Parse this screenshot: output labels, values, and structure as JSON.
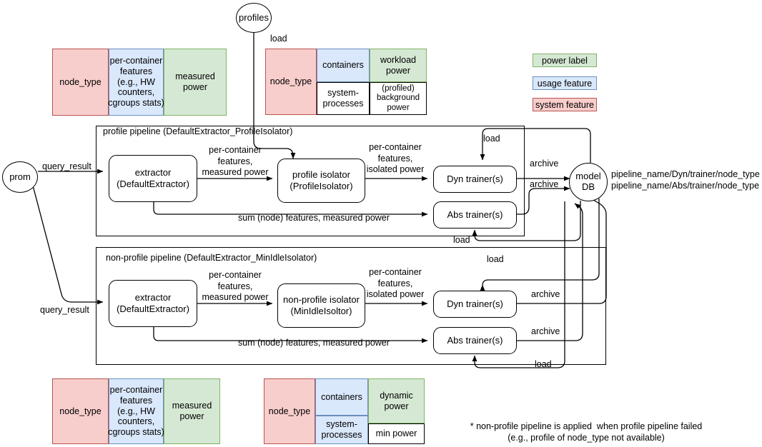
{
  "legend": {
    "items": [
      {
        "label": "power label",
        "kind": "power"
      },
      {
        "label": "usage feature",
        "kind": "usage"
      },
      {
        "label": "system feature",
        "kind": "system"
      }
    ]
  },
  "colors": {
    "system_fill": "#f8cecc",
    "system_stroke": "#b85450",
    "usage_fill": "#dae8fc",
    "usage_stroke": "#6c8ebf",
    "power_fill": "#d5e8d4",
    "power_stroke": "#82b366",
    "plain_fill": "#ffffff",
    "line": "#000000"
  },
  "tables": {
    "top_left": {
      "node_type": "node_type",
      "features": "per-container\nfeatures\n(e.g., HW\ncounters,\ncgroups stats)",
      "power": "measured\npower"
    },
    "top_mid": {
      "node_type": "node_type",
      "containers": "containers",
      "workload_power": "workload\npower",
      "system_processes": "system-\nprocesses",
      "background_power": "(profiled)\nbackground\npower"
    },
    "bottom_left": {
      "node_type": "node_type",
      "features": "per-container\nfeatures\n(e.g., HW\ncounters,\ncgroups stats)",
      "power": "measured\npower"
    },
    "bottom_mid": {
      "node_type": "node_type",
      "containers": "containers",
      "dynamic_power": "dynamic\npower",
      "system_processes": "system-\nprocesses",
      "min_power": "min power"
    }
  },
  "sources": {
    "profiles": "profiles",
    "prom": "prom",
    "model_db": "model\nDB"
  },
  "pipelines": {
    "profile": {
      "title": "profile pipeline (DefaultExtractor_ProfileIsolator)",
      "extractor": "extractor\n(DefaultExtractor)",
      "isolator": "profile isolator\n(ProfileIsolator)",
      "dyn_trainer": "Dyn trainer(s)",
      "abs_trainer": "Abs trainer(s)"
    },
    "nonprofile": {
      "title": "non-profile pipeline (DefaultExtractor_MinIdleIsolator)",
      "extractor": "extractor\n(DefaultExtractor)",
      "isolator": "non-profile isolator\n(MinIdleIsoltor)",
      "dyn_trainer": "Dyn trainer(s)",
      "abs_trainer": "Abs trainer(s)"
    }
  },
  "edge_labels": {
    "load_profiles": "load",
    "query_result_top": "query_result",
    "query_result_bottom": "query_result",
    "features_power_p1": "per-container\nfeatures,\nmeasured power",
    "features_isolated_p1": "per-container\nfeatures,\nisolated power",
    "sum_node_p1": "sum (node) features, measured power",
    "load_dyn_p1": "load",
    "archive_dyn_p1": "archive",
    "archive_abs_p1": "archive",
    "load_abs_p1": "load",
    "features_power_p2": "per-container\nfeatures,\nmeasured power",
    "features_isolated_p2": "per-container\nfeatures,\nisolated power",
    "sum_node_p2": "sum (node) features, measured power",
    "load_dyn_p2": "load",
    "archive_dyn_p2": "archive",
    "archive_abs_p2": "archive",
    "load_abs_p2": "load"
  },
  "model_db_paths": "pipeline_name/Dyn/trainer/node_type\npipeline_name/Abs/trainer/node_type",
  "footnote": "* non-profile pipeline is applied  when profile pipeline failed\n(e.g., profile of node_type not available)"
}
